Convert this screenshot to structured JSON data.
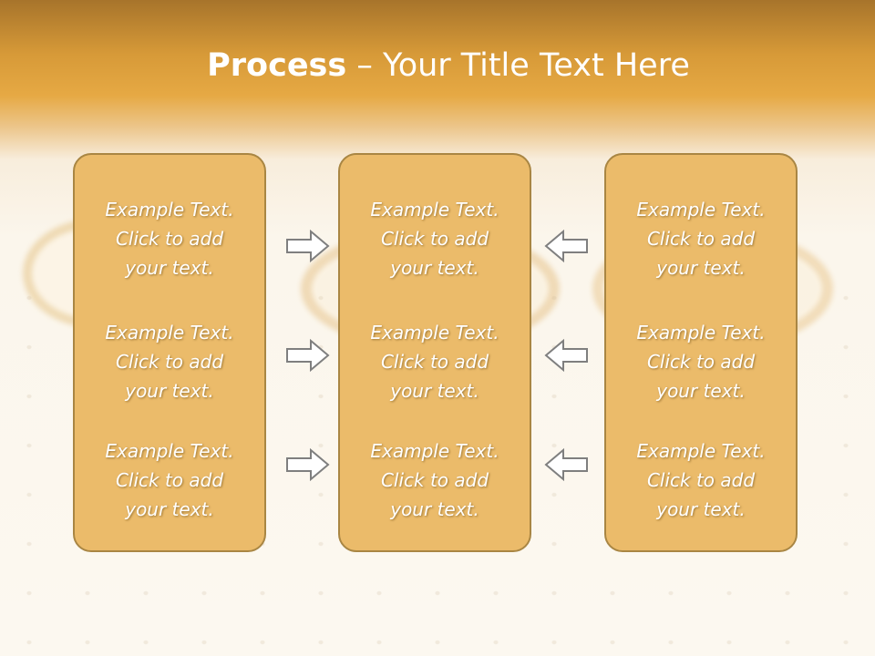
{
  "slide": {
    "title_bold": "Process",
    "title_rest": " – Your Title Text Here",
    "colors": {
      "box_fill": "#ebbb6a",
      "box_border": "#a98643",
      "header": "#e6a944"
    },
    "columns": [
      {
        "items": [
          {
            "line1": "Example Text.",
            "line2": "Click  to add",
            "line3": "your text."
          },
          {
            "line1": "Example Text.",
            "line2": "Click  to add",
            "line3": "your text."
          },
          {
            "line1": "Example Text.",
            "line2": "Click  to add",
            "line3": "your text."
          }
        ]
      },
      {
        "items": [
          {
            "line1": "Example Text.",
            "line2": "Click  to add",
            "line3": "your text."
          },
          {
            "line1": "Example Text.",
            "line2": "Click  to add",
            "line3": "your text."
          },
          {
            "line1": "Example Text.",
            "line2": "Click  to add",
            "line3": "your text."
          }
        ]
      },
      {
        "items": [
          {
            "line1": "Example Text.",
            "line2": "Click  to add",
            "line3": "your text."
          },
          {
            "line1": "Example Text.",
            "line2": "Click  to add",
            "line3": "your text."
          },
          {
            "line1": "Example Text.",
            "line2": "Click  to add",
            "line3": "your text."
          }
        ]
      }
    ],
    "arrows": [
      {
        "icon": "arrow-right-icon"
      },
      {
        "icon": "arrow-left-icon"
      }
    ]
  }
}
